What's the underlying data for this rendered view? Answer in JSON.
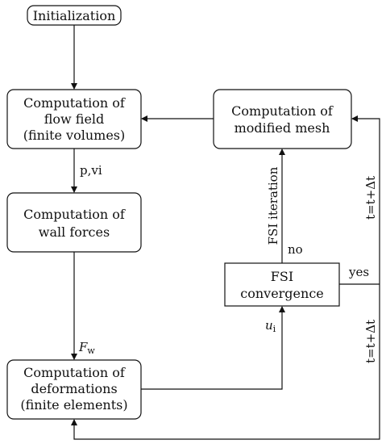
{
  "nodes": {
    "init": {
      "label": "Initialization"
    },
    "flow": {
      "lines": [
        "Computation of",
        "flow field",
        "(finite volumes)"
      ]
    },
    "mesh": {
      "lines": [
        "Computation of",
        "modified mesh"
      ]
    },
    "wall": {
      "lines": [
        "Computation of",
        "wall forces"
      ]
    },
    "fsi_conv": {
      "lines": [
        "FSI",
        "convergence"
      ]
    },
    "deform": {
      "lines": [
        "Computation of",
        "deformations",
        "(finite elements)"
      ]
    }
  },
  "edges": {
    "flow_to_wall": "p,vi",
    "wall_to_deform": {
      "main": "F",
      "sub": "w"
    },
    "deform_to_fsi": {
      "main": "u",
      "sub": "i"
    },
    "fsi_iteration": "FSI  iteration",
    "no": "no",
    "yes": "yes",
    "time_step_upper": "t=t+Δt",
    "time_step_lower": "t=t+Δt"
  },
  "colors": {
    "stroke": "#111111",
    "background": "#ffffff"
  }
}
